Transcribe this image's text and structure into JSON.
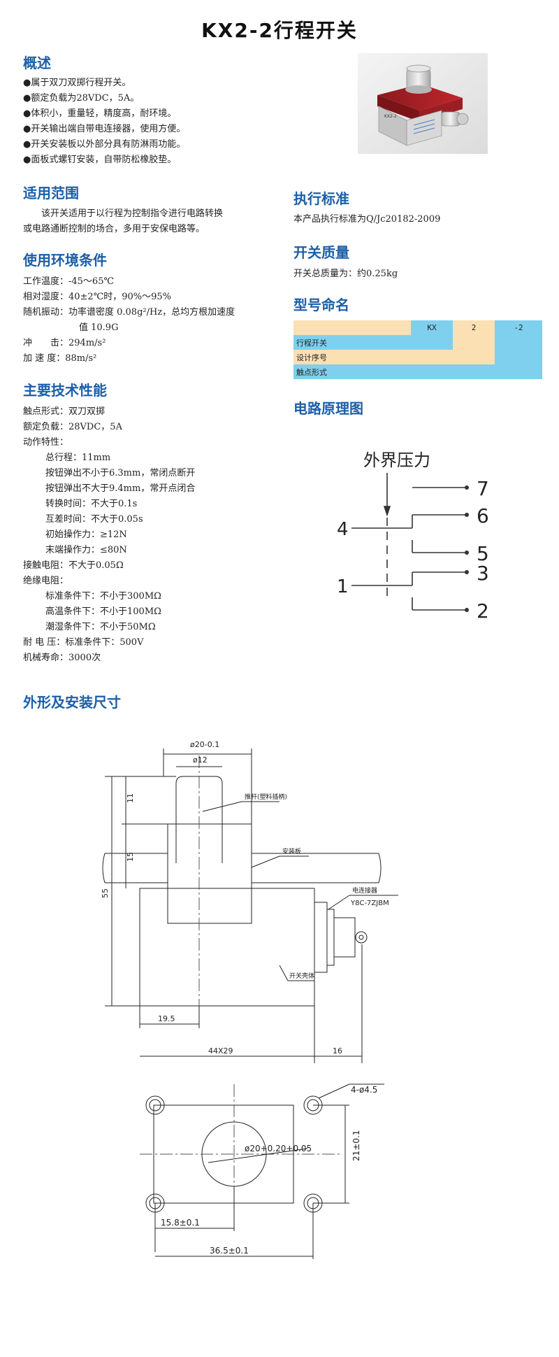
{
  "title": "KX2-2行程开关",
  "overview": {
    "heading": "概述",
    "bullets": [
      "●属于双刀双掷行程开关。",
      "●额定负载为28VDC，5A。",
      "●体积小，重量轻，精度高，耐环境。",
      "●开关输出端自带电连接器，使用方便。",
      "●开关安装板以外部分具有防淋雨功能。",
      "●面板式螺钉安装，自带防松橡胶垫。"
    ]
  },
  "photo_label": "KX2-2",
  "scope": {
    "heading": "适用范围",
    "lines": [
      "该开关适用于以行程为控制指令进行电路转换",
      "或电路通断控制的场合，多用于安保电路等。"
    ]
  },
  "env": {
    "heading": "使用环境条件",
    "lines": [
      "工作温度：-45～65℃",
      "相对湿度：40±2℃时，90%～95%",
      "随机振动：功率谱密度 0.08g²/Hz，总均方根加速度",
      "值 10.9G",
      "冲　　击：294m/s²",
      "加 速 度：88m/s²"
    ]
  },
  "tech": {
    "heading": "主要技术性能",
    "lines": [
      {
        "text": "触点形式：双刀双掷",
        "indent": false
      },
      {
        "text": "额定负载：28VDC，5A",
        "indent": false
      },
      {
        "text": "动作特性：",
        "indent": false
      },
      {
        "text": "总行程：11mm",
        "indent": true
      },
      {
        "text": "按钮弹出不小于6.3mm，常闭点断开",
        "indent": true
      },
      {
        "text": "按钮弹出不大于9.4mm，常开点闭合",
        "indent": true
      },
      {
        "text": "转换时间：不大于0.1s",
        "indent": true
      },
      {
        "text": "互差时间：不大于0.05s",
        "indent": true
      },
      {
        "text": "初始操作力：≥12N",
        "indent": true
      },
      {
        "text": "末端操作力：≤80N",
        "indent": true
      },
      {
        "text": "接触电阻：不大于0.05Ω",
        "indent": false
      },
      {
        "text": "绝缘电阻：",
        "indent": false
      },
      {
        "text": "标准条件下：不小于300MΩ",
        "indent": true
      },
      {
        "text": "高温条件下：不小于100MΩ",
        "indent": true
      },
      {
        "text": "潮湿条件下：不小于50MΩ",
        "indent": true
      },
      {
        "text": "耐 电 压：标准条件下：500V",
        "indent": false
      },
      {
        "text": "机械寿命：3000次",
        "indent": false
      }
    ]
  },
  "standard": {
    "heading": "执行标准",
    "text": "本产品执行标准为Q/Jc20182-2009"
  },
  "mass": {
    "heading": "开关质量",
    "text": "开关总质量为：约0.25kg"
  },
  "model": {
    "heading": "型号命名",
    "codes": [
      "KX",
      "2",
      "-2"
    ],
    "rows": [
      "行程开关",
      "设计序号",
      "触点形式"
    ]
  },
  "circuit": {
    "heading": "电路原理图",
    "force_label": "外界压力",
    "terminals": [
      "7",
      "6",
      "5",
      "3",
      "2",
      "4",
      "1"
    ]
  },
  "dims": {
    "heading": "外形及安装尺寸",
    "d_outer": "ø20-0.1",
    "d_inner": "ø12",
    "h11": "11",
    "h15": "15",
    "h55": "55",
    "w195": "19.5",
    "w44": "44X29",
    "w16": "16",
    "lbl_rod": "推杆(塑料插柄)",
    "lbl_plate": "安装板",
    "lbl_conn": "电连接器",
    "conn_model": "Y8C-7ZJBM",
    "lbl_body": "开关壳体",
    "holes": "4-ø4.5",
    "d_hole": "ø20+0.20+0.05",
    "h21": "21±0.1",
    "w158": "15.8±0.1",
    "w365": "36.5±0.1"
  },
  "colors": {
    "heading": "#1b5fa8",
    "table_orange": "#fbe0b4",
    "table_blue": "#7fd0ee"
  }
}
